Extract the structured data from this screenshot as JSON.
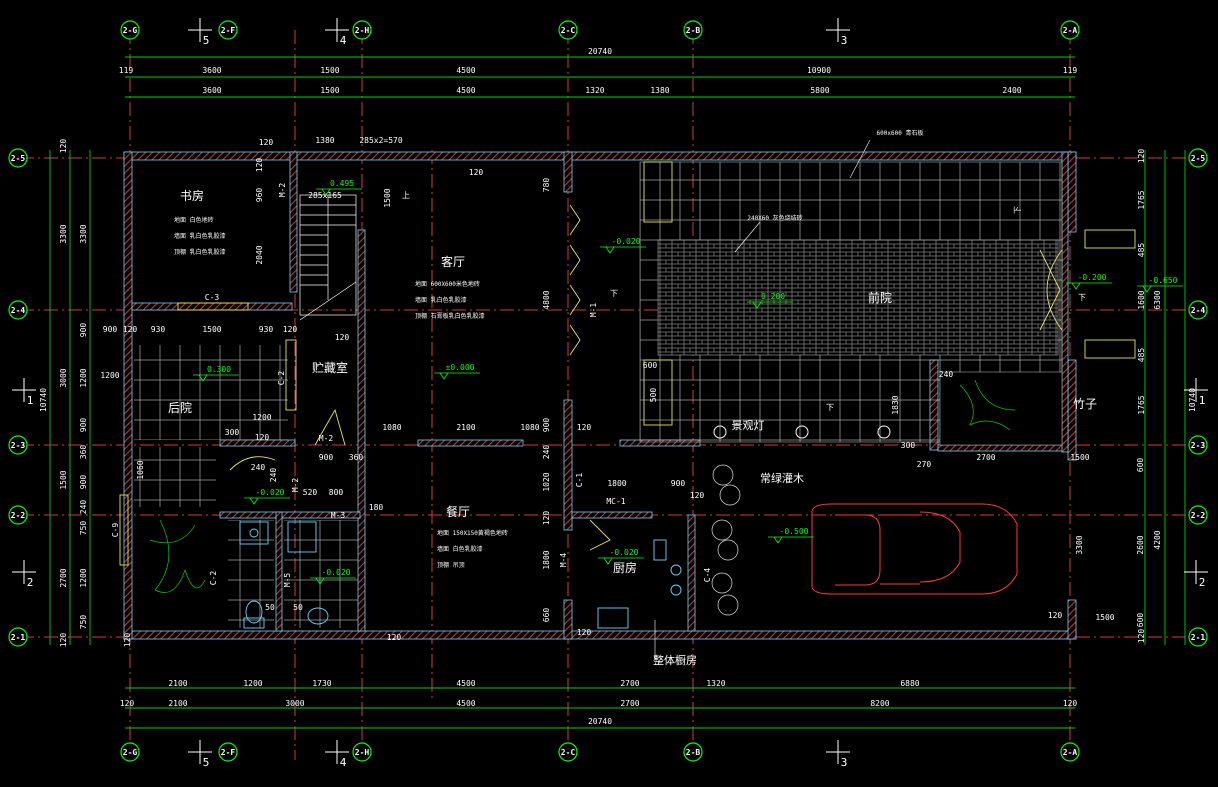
{
  "axis_bubbles": {
    "top": [
      "2-G",
      "2-F",
      "2-H",
      "2-C",
      "2-B",
      "2-A"
    ],
    "bottom": [
      "2-G",
      "2-F",
      "2-H",
      "2-C",
      "2-B",
      "2-A"
    ],
    "left": [
      "2-5",
      "2-4",
      "2-3",
      "2-2",
      "2-1"
    ],
    "right": [
      "2-5",
      "2-4",
      "2-3",
      "2-2",
      "2-1"
    ]
  },
  "section_marks": {
    "top": [
      "5",
      "4",
      "3"
    ],
    "bottom": [
      "5",
      "4",
      "3"
    ],
    "left": [
      "1",
      "2"
    ],
    "right": [
      "1",
      "2"
    ]
  },
  "dims_top": {
    "overall": "20740",
    "row1": [
      "119",
      "3600",
      "1500",
      "4500",
      "10900",
      "119"
    ],
    "row2": [
      "3600",
      "1500",
      "4500",
      "1320",
      "1380",
      "5800",
      "2400"
    ],
    "inner": [
      "1380",
      "285x2=570"
    ]
  },
  "dims_bottom": {
    "overall": "20740",
    "row1": [
      "2100",
      "1200",
      "1730",
      "4500",
      "2700",
      "1320",
      "6880"
    ],
    "row2": [
      "120",
      "2100",
      "3000",
      "4500",
      "2700",
      "8200",
      "120"
    ]
  },
  "dims_left": {
    "overall": "10740",
    "row1": [
      "120",
      "3300",
      "3000",
      "1500",
      "2700",
      "120"
    ],
    "row2": [
      "3300",
      "900",
      "1200",
      "900",
      "360",
      "900",
      "240",
      "750",
      "1200",
      "750"
    ]
  },
  "dims_right": {
    "overall": "10740",
    "row1": [
      "120",
      "1765",
      "485",
      "1600",
      "485",
      "1765",
      "120"
    ],
    "row2": [
      "6300",
      "4200"
    ],
    "row3": [
      "3300",
      "600",
      "2600",
      "600"
    ]
  },
  "dims_inner": [
    "120",
    "930",
    "1500",
    "930",
    "120",
    "120",
    "120",
    "120",
    "900",
    "1200",
    "300",
    "120",
    "240",
    "900",
    "360",
    "520",
    "800",
    "180",
    "1080",
    "2100",
    "1080",
    "120",
    "120",
    "1800",
    "900",
    "120",
    "780",
    "4800",
    "900",
    "240",
    "1020",
    "120",
    "1800",
    "660",
    "120",
    "120",
    "1500",
    "50",
    "50",
    "2040",
    "960",
    "120",
    "1500",
    "285x165",
    "600",
    "500",
    "300",
    "270",
    "240",
    "1830",
    "2700",
    "1500",
    "120",
    "240",
    "1060",
    "1200"
  ],
  "rooms": [
    "书房",
    "客厅",
    "贮藏室",
    "后院",
    "餐厅",
    "厨房",
    "前院",
    "竹子",
    "景观灯",
    "常绿灌木",
    "整体橱房"
  ],
  "notes": {
    "study": [
      "地面  白色地砖",
      "墙面  乳白色乳胶漆",
      "顶棚  乳白色乳胶漆"
    ],
    "living": [
      "地面  600X600米色地砖",
      "墙面  乳白色乳胶漆",
      "顶棚  石膏板乳白色乳胶漆"
    ],
    "dining": [
      "地面  150X150黄褐色地砖",
      "墙面  白色乳胶漆",
      "顶棚  吊顶"
    ],
    "yard_top": "600x600 青石板",
    "yard_paving": "240X60 灰色烧结砖"
  },
  "elevations": [
    "0.495",
    "-0.020",
    "0.200",
    "-0.200",
    "-0.650",
    "0.300",
    "±0.000",
    "-0.020",
    "-0.020",
    "-0.500",
    "-0.020"
  ],
  "door_labels": [
    "M-2",
    "C-3",
    "C-2",
    "M-2",
    "M-1",
    "M-2",
    "M-3",
    "M-5",
    "C-9",
    "C-2",
    "MC-1",
    "C-1",
    "M-4",
    "C-4",
    "上",
    "下",
    "下",
    "下",
    "下"
  ]
}
